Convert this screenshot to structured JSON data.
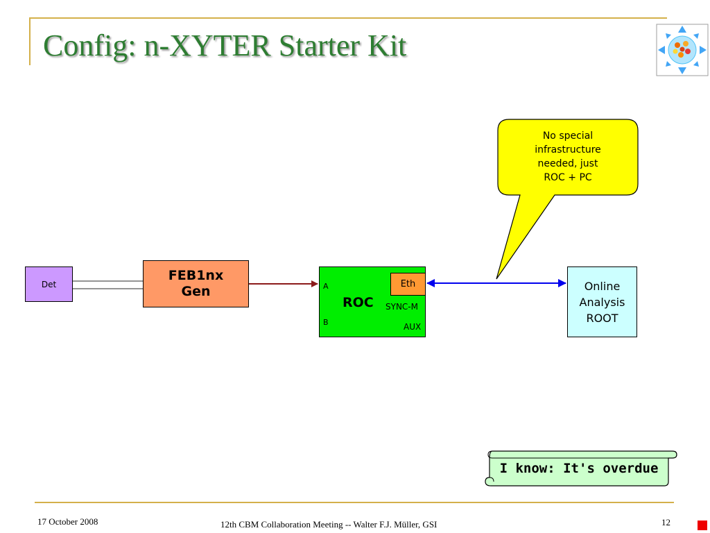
{
  "title": "Config: n-XYTER Starter Kit",
  "colors": {
    "title": "#2e7d32",
    "rule": "#d4b04a",
    "det": "#cc99ff",
    "feb": "#ff9966",
    "roc": "#00ee00",
    "eth": "#ff9933",
    "online": "#ccffff",
    "callout": "#ffff00",
    "scroll": "#ccffcc",
    "arrow_feb": "#8b1a1a",
    "arrow_eth": "#0000ee",
    "corner_square": "#ee0000"
  },
  "diagram": {
    "det": {
      "label": "Det"
    },
    "feb": {
      "line1": "FEB1nx",
      "line2": "Gen"
    },
    "roc": {
      "label": "ROC",
      "port_a": "A",
      "port_b": "B",
      "eth": "Eth",
      "sync": "SYNC-M",
      "aux": "AUX"
    },
    "online": {
      "line1": "Online",
      "line2": "Analysis",
      "line3": "ROOT"
    }
  },
  "callout": {
    "line1": "No special",
    "line2": "infrastructure",
    "line3": "needed, just",
    "line4": "ROC + PC"
  },
  "scroll_note": "I know: It's overdue",
  "footer": {
    "date": "17 October 2008",
    "center": "12th CBM Collaboration Meeting -- Walter F.J. Müller, GSI",
    "page": "12"
  },
  "logo": {
    "icon": "cbm-logo-icon"
  }
}
